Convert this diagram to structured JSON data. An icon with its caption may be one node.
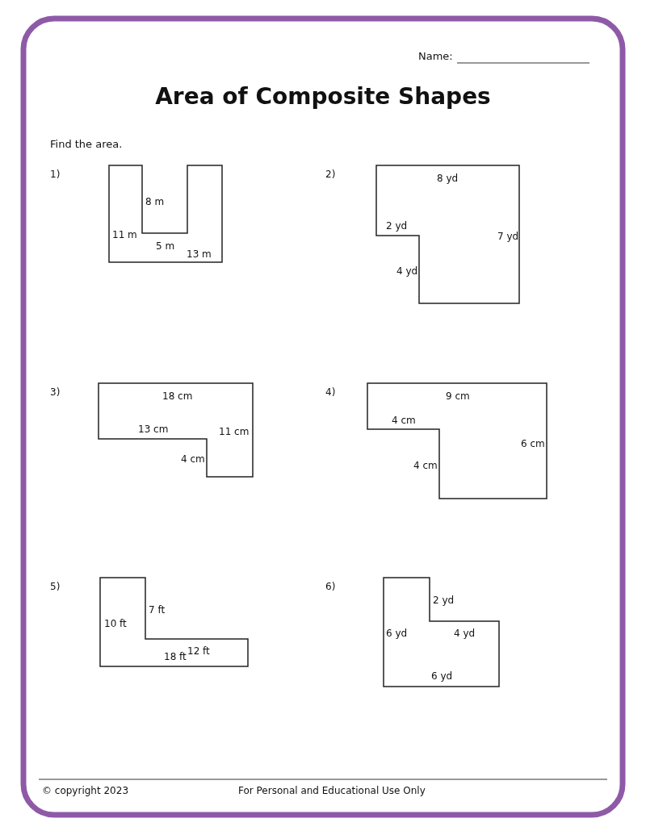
{
  "diagram": {
    "title": "Area of Composite Shapes",
    "labels": [
      "Name:",
      "Find the area.",
      "1)",
      "8 m",
      "11 m",
      "5 m",
      "13 m",
      "2)",
      "8 yd",
      "2 yd",
      "7 yd",
      "4 yd",
      "3)",
      "18 cm",
      "13 cm",
      "11 cm",
      "4 cm",
      "4)",
      "9 cm",
      "4 cm",
      "6 cm",
      "4 cm",
      "5)",
      "7 ft",
      "10 ft",
      "18 ft",
      "12 ft",
      "6)",
      "2 yd",
      "6 yd",
      "4 yd",
      "6 yd",
      "© copyright 2023",
      "For Personal and Educational Use Only"
    ]
  }
}
